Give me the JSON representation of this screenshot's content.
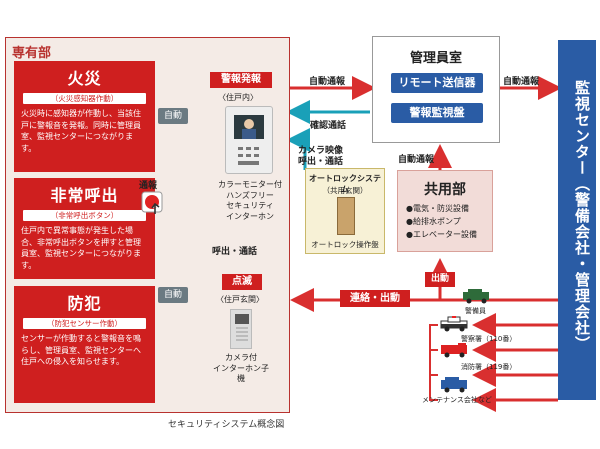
{
  "zone_title": "専有部",
  "fire": {
    "title": "火災",
    "sub": "（火災感知器作動）",
    "desc": "火災時に感知器が作動し、当該住戸に警報音を発報。同時に管理員室、監視センターにつながります。"
  },
  "emergency": {
    "title": "非常呼出",
    "sub": "（非常呼出ボタン）",
    "desc": "住戸内で異常事態が発生した場合、非常呼出ボタンを押すと管理員室、監視センターにつながります。"
  },
  "crime": {
    "title": "防犯",
    "sub": "（防犯センサー作動）",
    "desc": "センサーが作動すると警報音を鳴らし、管理員室、監視センターへ住戸への侵入を知らせます。"
  },
  "labels": {
    "auto": "自動",
    "tsuho": "通報",
    "alarm": "警報発報",
    "unit_inside": "〈住戸内〉",
    "intercom": "カラーモニター付\nハンズフリー\nセキュリティ\nインターホン",
    "flash": "点滅",
    "unit_entrance": "〈住戸玄関〉",
    "door_phone": "カメラ付\nインターホン子機",
    "call_talk": "呼出・通話",
    "auto_report": "自動通報",
    "confirm_talk": "確認通話",
    "camera": "カメラ映像\n呼出・通話",
    "autolock": "オートロックシステム",
    "common_entrance": "（共用玄関）",
    "autolock_panel": "オートロック操作盤",
    "dispatch": "出動",
    "contact_dispatch": "連絡・出動",
    "caption": "セキュリティシステム概念図"
  },
  "kanri": {
    "title": "管理員室",
    "btn1": "リモート送信器",
    "btn2": "警報監視盤"
  },
  "kyoyo": {
    "title": "共用部",
    "items": [
      "●電気・防災設備",
      "●給排水ポンプ",
      "●エレベーター設備"
    ]
  },
  "center": {
    "label": "監視センター（警備会社・管理会社）"
  },
  "vehicles": [
    "警備員",
    "警察署（110番）",
    "消防署（119番）",
    "メンテナンス会社など"
  ],
  "colors": {
    "red": "#cf1f1f",
    "blue": "#2a5ca5",
    "teal": "#1aa0b8",
    "gray": "#6b7a82"
  }
}
